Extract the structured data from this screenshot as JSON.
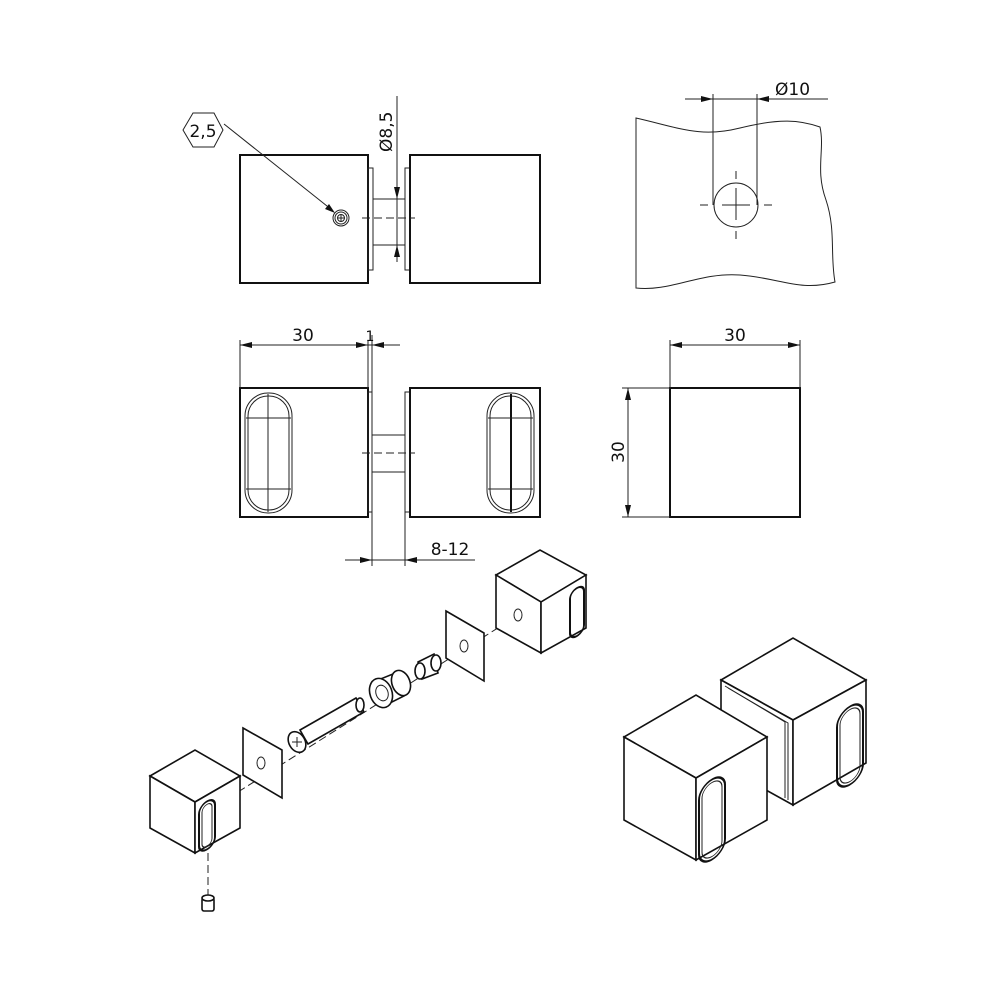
{
  "drawing": {
    "views": {
      "front_view": {
        "hex_callout": "2,5",
        "shaft_diameter": "Ø8,5"
      },
      "glass_hole_detail": {
        "hole_diameter": "Ø10"
      },
      "top_view": {
        "knob_width": "30",
        "plate_thickness": "1",
        "glass_thickness": "8-12"
      },
      "side_view": {
        "width": "30",
        "height": "30"
      }
    },
    "line_color": "#111111"
  }
}
